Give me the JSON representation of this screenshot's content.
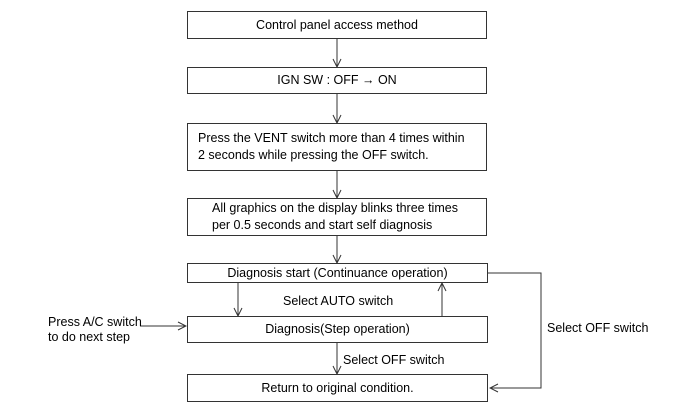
{
  "boxes": {
    "access": "Control panel access method",
    "ign": "IGN SW : OFF → ON",
    "press_line1": "Press the VENT switch more than 4 times within",
    "press_line2": "2 seconds while pressing the OFF switch.",
    "graphics_line1": "All graphics on the display blinks three times",
    "graphics_line2": "per 0.5 seconds and start self diagnosis",
    "diag_start": "Diagnosis start (Continuance operation)",
    "diag_step": "Diagnosis(Step operation)",
    "return": "Return to original condition."
  },
  "labels": {
    "select_auto": "Select AUTO switch",
    "select_off_mid": "Select OFF switch",
    "select_off_right": "Select OFF switch",
    "press_ac_line1": "Press A/C switch",
    "press_ac_line2": "to do next step"
  }
}
